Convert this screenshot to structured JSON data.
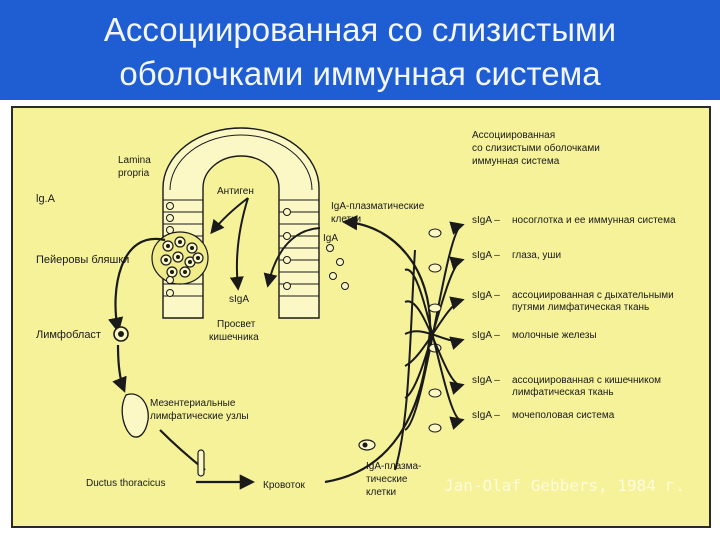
{
  "title": {
    "line1": "Ассоциированная со слизистыми",
    "line2": "оболочками иммунная система"
  },
  "colors": {
    "header": "#1e5ed2",
    "panel": "#f6f29a",
    "ink": "#1a1a1a",
    "wall": "#fbf8c6"
  },
  "diagram": {
    "lamina_propria": [
      "Lamina",
      "propria"
    ],
    "iga_left": "lg.A",
    "peyer": "Пейеровы бляшки",
    "antigen": "Антиген",
    "plasma_top": [
      "IgA-плазматические",
      "клетки"
    ],
    "iga_top": "IgA",
    "siga_lumen": "sIgA",
    "lumen": [
      "Просвет",
      "кишечника"
    ],
    "lymphoblast": "Лимфобласт",
    "mesenteric": [
      "Мезентериальные",
      "лимфатические узлы"
    ],
    "ductus": "Ductus thoracicus",
    "blood": "Кровоток",
    "plasma_bottom": [
      "IgA-плазма-",
      "тические",
      "клетки"
    ],
    "right_header": [
      "Ассоциированная",
      "со слизистыми оболочками",
      "иммунная система"
    ],
    "targets": [
      {
        "code": "sIgA –",
        "lines": [
          "носоглотка и ее иммунная система"
        ]
      },
      {
        "code": "sIgA –",
        "lines": [
          "глаза, уши"
        ]
      },
      {
        "code": "sIgA –",
        "lines": [
          "ассоциированная с дыхательными",
          "путями лимфатическая ткань"
        ]
      },
      {
        "code": "sIgA –",
        "lines": [
          "молочные железы"
        ]
      },
      {
        "code": "sIgA –",
        "lines": [
          "ассоциированная с кишечником",
          "лимфатическая ткань"
        ]
      },
      {
        "code": "sIgA –",
        "lines": [
          "мочеполовая система"
        ]
      }
    ]
  },
  "watermark": "Jan-Olaf Gebbers, 1984 г."
}
